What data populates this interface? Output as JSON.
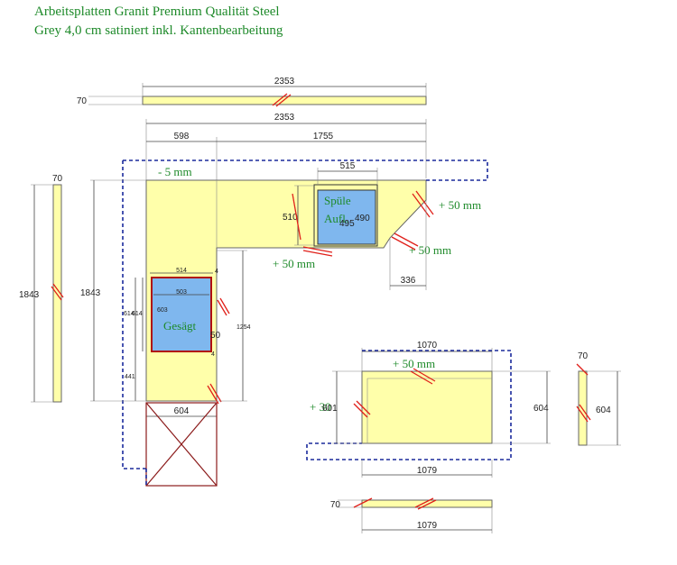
{
  "header": {
    "line1": "Arbeitsplatten Granit Premium Qualität Steel",
    "line2": "Grey 4,0 cm satiniert inkl. Kantenbearbeitung"
  },
  "colors": {
    "plate": "#ffffaa",
    "sink": "#7fb7ee",
    "outline": "#1a2a9c",
    "edge_mark": "#e0201a",
    "note": "#1e8a2a"
  },
  "dimensions": {
    "top_strip_length": "2353",
    "top_strip_thickness": "70",
    "overall_width": "2353",
    "left_leg_width": "598",
    "right_part_width": "1755",
    "sink_cut_width": "515",
    "sink_depth": "510",
    "sink_inner_width": "495",
    "sink_inner_depth": "490",
    "corner_offset": "336",
    "side_strip_length": "1843",
    "side_strip_thickness": "70",
    "left_leg_length": "1843",
    "left_leg_lower_length": "1254",
    "cooktop_outer_width": "514",
    "cooktop_inner_width": "503",
    "cooktop_depth_outer": "614",
    "cooktop_depth_inner": "614",
    "cooktop_inner_depth": "603",
    "cooktop_bottom_gap": "441",
    "cooktop_edge_gap": "50",
    "small_offset_a": "4",
    "small_offset_b": "4",
    "leg_bottom_width": "604",
    "island_inner_width": "1070",
    "island_outer_width": "1079",
    "island_depth": "604",
    "island_depth_left": "601",
    "island_side_strip_thickness": "70",
    "island_side_strip_length": "604",
    "island_bottom_strip_thickness": "70",
    "island_bottom_strip_length": "1079"
  },
  "notes": {
    "minus_5": "- 5 mm",
    "plus_50_right": "+ 50 mm",
    "plus_50_corner": "+ 50 mm",
    "plus_50_front": "+ 50 mm",
    "sink_label_1": "Spüle",
    "sink_label_2": "Aufl.",
    "cooktop_label": "Gesägt",
    "island_plus_50": "+ 50 mm",
    "island_plus_30": "+ 30"
  }
}
